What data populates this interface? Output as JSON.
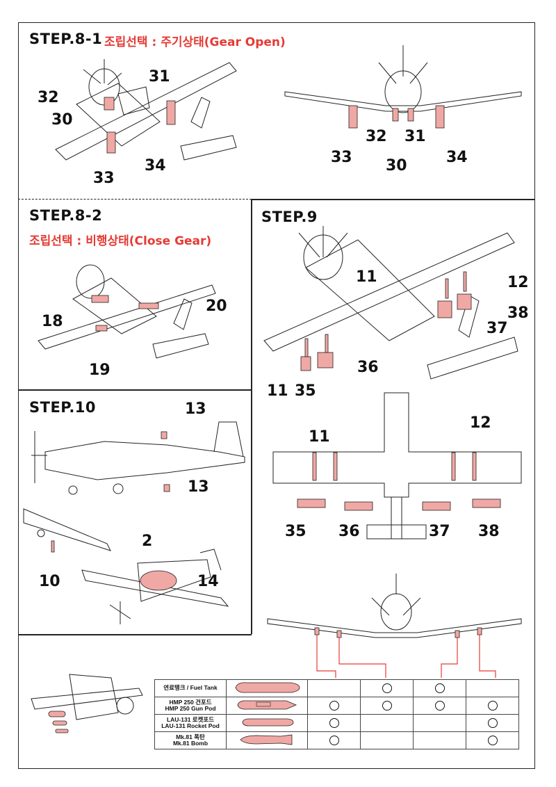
{
  "step8_1": {
    "title": "STEP.8-1",
    "subtitle": "조립선택 : 주기상태(Gear Open)",
    "callouts_left": [
      "31",
      "32",
      "30",
      "33",
      "34"
    ],
    "callouts_right": [
      "32",
      "31",
      "33",
      "30",
      "34"
    ]
  },
  "step8_2": {
    "title": "STEP.8-2",
    "subtitle": "조립선택 : 비행상태(Close Gear)",
    "callouts": [
      "18",
      "20",
      "19"
    ]
  },
  "step9": {
    "title": "STEP.9",
    "callouts_top": [
      "11",
      "12",
      "38",
      "37",
      "36",
      "11",
      "35"
    ],
    "callouts_bottom": [
      "11",
      "12",
      "35",
      "36",
      "37",
      "38"
    ]
  },
  "step10": {
    "title": "STEP.10",
    "callouts": [
      "13",
      "13",
      "2",
      "10",
      "14"
    ]
  },
  "loadout_table": {
    "rows": [
      {
        "label": "연료탱크 / Fuel Tank",
        "marks": [
          false,
          true,
          true,
          false
        ]
      },
      {
        "label": "HMP 250 건포드\nHMP 250 Gun Pod",
        "marks": [
          true,
          true,
          true,
          true
        ]
      },
      {
        "label": "LAU-131 로켓포드\nLAU-131 Rocket Pod",
        "marks": [
          true,
          false,
          false,
          true
        ]
      },
      {
        "label": "Mk.81 폭탄\nMk.81 Bomb",
        "marks": [
          true,
          false,
          false,
          true
        ]
      }
    ]
  },
  "colors": {
    "accent": "#e53b35",
    "part_fill": "#f0a8a4",
    "line": "#222222"
  }
}
